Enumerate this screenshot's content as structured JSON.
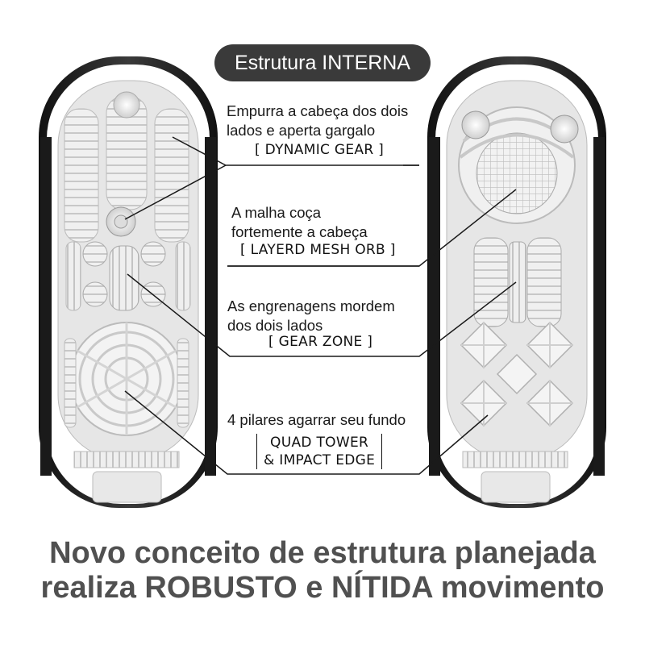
{
  "header": {
    "title": "Estrutura INTERNA"
  },
  "features": [
    {
      "lines": [
        "Empurra a cabeça dos dois",
        "lados e aperta gargalo"
      ],
      "tag": "DYNAMIC GEAR"
    },
    {
      "lines": [
        "A malha coça",
        "fortemente a cabeça"
      ],
      "tag": "LAYERD MESH ORB"
    },
    {
      "lines": [
        "As engrenagens mordem",
        "dos dois lados"
      ],
      "tag": "GEAR ZONE"
    },
    {
      "lines": [
        "4 pilares agarrar seu fundo"
      ],
      "tag_lines": [
        "QUAD TOWER",
        "& IMPACT EDGE"
      ]
    }
  ],
  "headline": {
    "line1": "Novo conceito de estrutura planejada",
    "line2": "realiza ROBUSTO e NÍTIDA movimento"
  },
  "colors": {
    "pill": "#3a3a3a",
    "headline": "#505050",
    "shell": "#1c1c1c"
  }
}
